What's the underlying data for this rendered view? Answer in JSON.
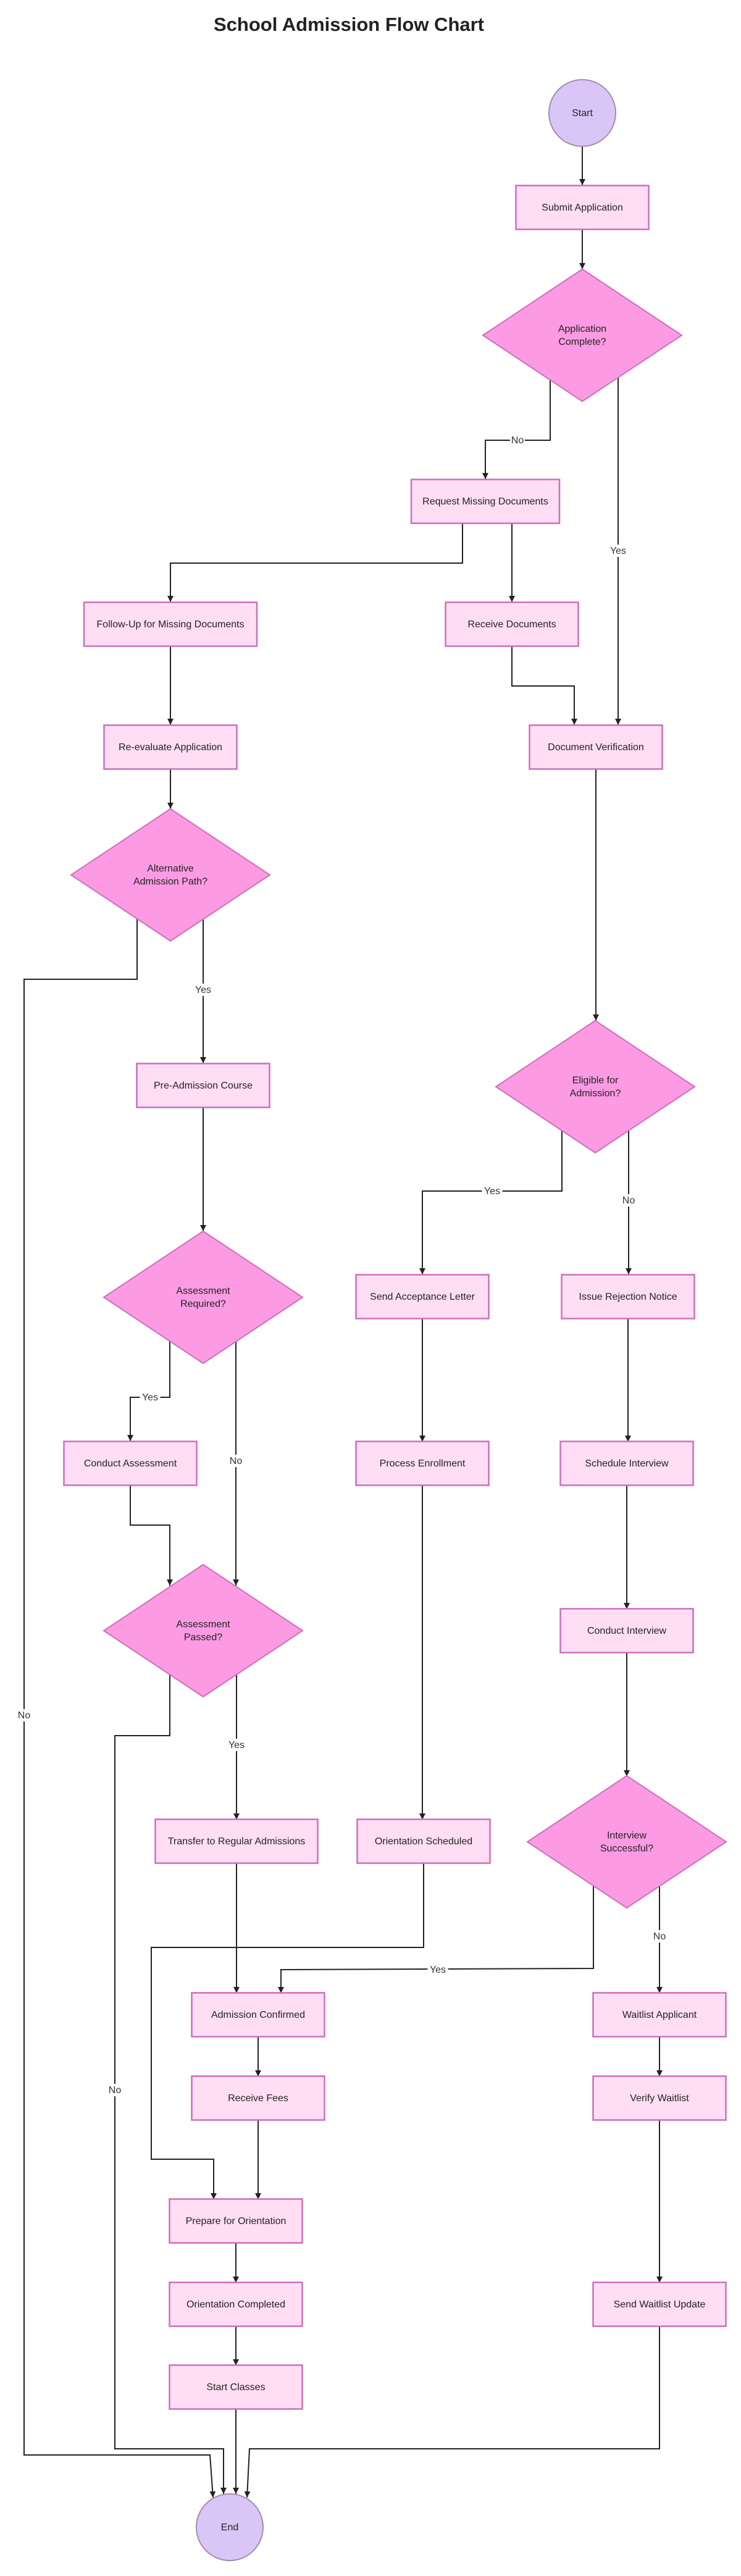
{
  "title": "School Admission Flow Chart",
  "colors": {
    "process_fill": "#ffdef5",
    "process_stroke": "#cc6fbb",
    "decision_fill": "#fc9be3",
    "decision_stroke": "#cc6fbb",
    "terminal_fill": "#d9c6f7",
    "terminal_stroke": "#a58cac",
    "edge": "#222222",
    "label_bg": "#ffffff"
  },
  "nodes": {
    "start": {
      "label": [
        "Start"
      ],
      "type": "terminal"
    },
    "submit": {
      "label": [
        "Submit Application"
      ],
      "type": "process"
    },
    "app_complete": {
      "label": [
        "Application",
        "Complete?"
      ],
      "type": "decision"
    },
    "request_docs": {
      "label": [
        "Request Missing Documents"
      ],
      "type": "process"
    },
    "followup": {
      "label": [
        "Follow-Up for Missing Documents"
      ],
      "type": "process"
    },
    "receive_docs": {
      "label": [
        "Receive Documents"
      ],
      "type": "process"
    },
    "reevaluate": {
      "label": [
        "Re-evaluate Application"
      ],
      "type": "process"
    },
    "doc_verify": {
      "label": [
        "Document Verification"
      ],
      "type": "process"
    },
    "alt_path": {
      "label": [
        "Alternative",
        "Admission Path?"
      ],
      "type": "decision"
    },
    "pre_admission": {
      "label": [
        "Pre-Admission Course"
      ],
      "type": "process"
    },
    "eligible": {
      "label": [
        "Eligible for",
        "Admission?"
      ],
      "type": "decision"
    },
    "assess_required": {
      "label": [
        "Assessment",
        "Required?"
      ],
      "type": "decision"
    },
    "send_acceptance": {
      "label": [
        "Send Acceptance Letter"
      ],
      "type": "process"
    },
    "issue_rejection": {
      "label": [
        "Issue Rejection Notice"
      ],
      "type": "process"
    },
    "conduct_assessment": {
      "label": [
        "Conduct Assessment"
      ],
      "type": "process"
    },
    "process_enrollment": {
      "label": [
        "Process Enrollment"
      ],
      "type": "process"
    },
    "schedule_interview": {
      "label": [
        "Schedule Interview"
      ],
      "type": "process"
    },
    "assess_passed": {
      "label": [
        "Assessment",
        "Passed?"
      ],
      "type": "decision"
    },
    "conduct_interview": {
      "label": [
        "Conduct Interview"
      ],
      "type": "process"
    },
    "transfer_regular": {
      "label": [
        "Transfer to Regular Admissions"
      ],
      "type": "process"
    },
    "orientation_scheduled": {
      "label": [
        "Orientation Scheduled"
      ],
      "type": "process"
    },
    "interview_success": {
      "label": [
        "Interview",
        "Successful?"
      ],
      "type": "decision"
    },
    "admission_confirmed": {
      "label": [
        "Admission Confirmed"
      ],
      "type": "process"
    },
    "waitlist_applicant": {
      "label": [
        "Waitlist Applicant"
      ],
      "type": "process"
    },
    "receive_fees": {
      "label": [
        "Receive Fees"
      ],
      "type": "process"
    },
    "verify_waitlist": {
      "label": [
        "Verify Waitlist"
      ],
      "type": "process"
    },
    "prepare_orientation": {
      "label": [
        "Prepare for Orientation"
      ],
      "type": "process"
    },
    "orientation_completed": {
      "label": [
        "Orientation Completed"
      ],
      "type": "process"
    },
    "send_waitlist_update": {
      "label": [
        "Send Waitlist Update"
      ],
      "type": "process"
    },
    "start_classes": {
      "label": [
        "Start Classes"
      ],
      "type": "process"
    },
    "end": {
      "label": [
        "End"
      ],
      "type": "terminal"
    }
  },
  "edges": [
    {
      "id": "start-submit",
      "from": "start",
      "to": "submit",
      "label": ""
    },
    {
      "id": "submit-appcomplete",
      "from": "submit",
      "to": "app_complete",
      "label": ""
    },
    {
      "id": "appcomplete-request",
      "from": "app_complete",
      "to": "request_docs",
      "label": "No"
    },
    {
      "id": "appcomplete-docverify",
      "from": "app_complete",
      "to": "doc_verify",
      "label": "Yes"
    },
    {
      "id": "request-followup",
      "from": "request_docs",
      "to": "followup",
      "label": ""
    },
    {
      "id": "request-receive",
      "from": "request_docs",
      "to": "receive_docs",
      "label": ""
    },
    {
      "id": "receive-docverify",
      "from": "receive_docs",
      "to": "doc_verify",
      "label": ""
    },
    {
      "id": "followup-reevaluate",
      "from": "followup",
      "to": "reevaluate",
      "label": ""
    },
    {
      "id": "reevaluate-altpath",
      "from": "reevaluate",
      "to": "alt_path",
      "label": ""
    },
    {
      "id": "altpath-end",
      "from": "alt_path",
      "to": "end",
      "label": "No"
    },
    {
      "id": "altpath-preadmission",
      "from": "alt_path",
      "to": "pre_admission",
      "label": "Yes"
    },
    {
      "id": "docverify-eligible",
      "from": "doc_verify",
      "to": "eligible",
      "label": ""
    },
    {
      "id": "preadmission-assessreq",
      "from": "pre_admission",
      "to": "assess_required",
      "label": ""
    },
    {
      "id": "eligible-acceptance",
      "from": "eligible",
      "to": "send_acceptance",
      "label": "Yes"
    },
    {
      "id": "eligible-rejection",
      "from": "eligible",
      "to": "issue_rejection",
      "label": "No"
    },
    {
      "id": "assessreq-conduct",
      "from": "assess_required",
      "to": "conduct_assessment",
      "label": "Yes"
    },
    {
      "id": "assessreq-passed",
      "from": "assess_required",
      "to": "assess_passed",
      "label": "No"
    },
    {
      "id": "acceptance-enrollment",
      "from": "send_acceptance",
      "to": "process_enrollment",
      "label": ""
    },
    {
      "id": "rejection-schedule",
      "from": "issue_rejection",
      "to": "schedule_interview",
      "label": ""
    },
    {
      "id": "conduct-passed",
      "from": "conduct_assessment",
      "to": "assess_passed",
      "label": ""
    },
    {
      "id": "enrollment-orientation",
      "from": "process_enrollment",
      "to": "orientation_scheduled",
      "label": ""
    },
    {
      "id": "schedule-conductinterview",
      "from": "schedule_interview",
      "to": "conduct_interview",
      "label": ""
    },
    {
      "id": "passed-end",
      "from": "assess_passed",
      "to": "end",
      "label": "No"
    },
    {
      "id": "passed-transfer",
      "from": "assess_passed",
      "to": "transfer_regular",
      "label": "Yes"
    },
    {
      "id": "conductinterview-success",
      "from": "conduct_interview",
      "to": "interview_success",
      "label": ""
    },
    {
      "id": "transfer-confirmed",
      "from": "transfer_regular",
      "to": "admission_confirmed",
      "label": ""
    },
    {
      "id": "orientation-prepare",
      "from": "orientation_scheduled",
      "to": "prepare_orientation",
      "label": ""
    },
    {
      "id": "success-confirmed",
      "from": "interview_success",
      "to": "admission_confirmed",
      "label": "Yes"
    },
    {
      "id": "success-waitlist",
      "from": "interview_success",
      "to": "waitlist_applicant",
      "label": "No"
    },
    {
      "id": "confirmed-fees",
      "from": "admission_confirmed",
      "to": "receive_fees",
      "label": ""
    },
    {
      "id": "waitlist-verify",
      "from": "waitlist_applicant",
      "to": "verify_waitlist",
      "label": ""
    },
    {
      "id": "fees-prepare",
      "from": "receive_fees",
      "to": "prepare_orientation",
      "label": ""
    },
    {
      "id": "verify-update",
      "from": "verify_waitlist",
      "to": "send_waitlist_update",
      "label": ""
    },
    {
      "id": "prepare-completed",
      "from": "prepare_orientation",
      "to": "orientation_completed",
      "label": ""
    },
    {
      "id": "completed-classes",
      "from": "orientation_completed",
      "to": "start_classes",
      "label": ""
    },
    {
      "id": "classes-end",
      "from": "start_classes",
      "to": "end",
      "label": ""
    },
    {
      "id": "update-end",
      "from": "send_waitlist_update",
      "to": "end",
      "label": ""
    }
  ]
}
